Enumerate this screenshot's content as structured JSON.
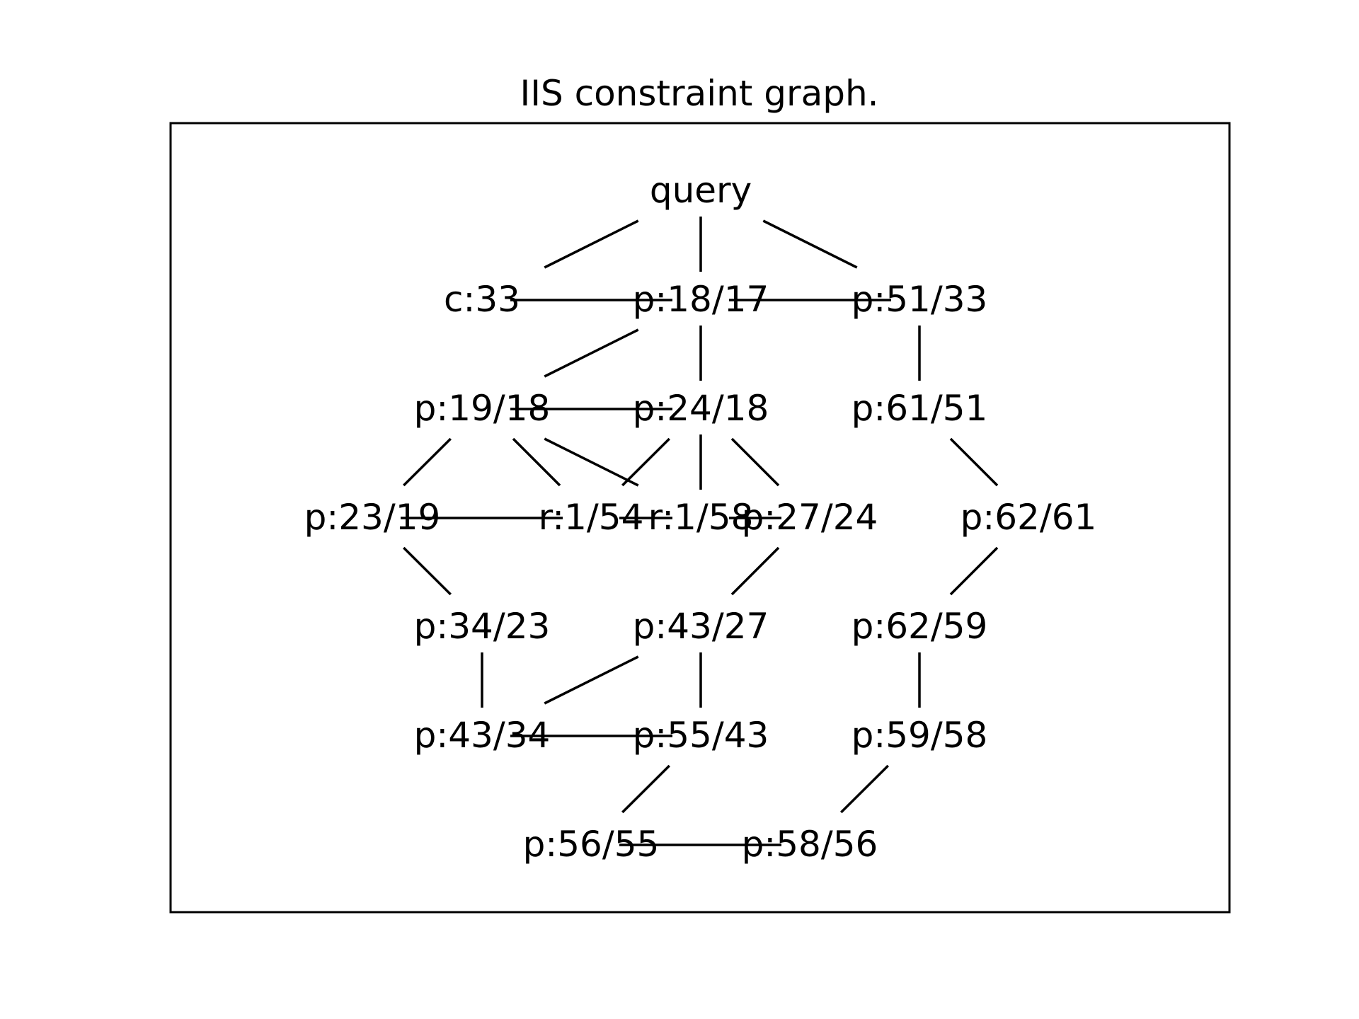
{
  "title": "IIS constraint graph.",
  "colors": {
    "line": "#000000",
    "background": "#ffffff"
  },
  "nodes": [
    {
      "id": "query",
      "label": "query"
    },
    {
      "id": "c33",
      "label": "c:33"
    },
    {
      "id": "p18_17",
      "label": "p:18/17"
    },
    {
      "id": "p51_33",
      "label": "p:51/33"
    },
    {
      "id": "p19_18",
      "label": "p:19/18"
    },
    {
      "id": "p24_18",
      "label": "p:24/18"
    },
    {
      "id": "p61_51",
      "label": "p:61/51"
    },
    {
      "id": "p23_19",
      "label": "p:23/19"
    },
    {
      "id": "r1_54",
      "label": "r:1/54"
    },
    {
      "id": "r1_58",
      "label": "r:1/58"
    },
    {
      "id": "p27_24",
      "label": "p:27/24"
    },
    {
      "id": "p62_61",
      "label": "p:62/61"
    },
    {
      "id": "p34_23",
      "label": "p:34/23"
    },
    {
      "id": "p43_27",
      "label": "p:43/27"
    },
    {
      "id": "p62_59",
      "label": "p:62/59"
    },
    {
      "id": "p43_34",
      "label": "p:43/34"
    },
    {
      "id": "p55_43",
      "label": "p:55/43"
    },
    {
      "id": "p59_58",
      "label": "p:59/58"
    },
    {
      "id": "p56_55",
      "label": "p:56/55"
    },
    {
      "id": "p58_56",
      "label": "p:58/56"
    }
  ],
  "edges": [
    [
      "query",
      "c33"
    ],
    [
      "query",
      "p18_17"
    ],
    [
      "query",
      "p51_33"
    ],
    [
      "c33",
      "p18_17"
    ],
    [
      "p18_17",
      "p51_33"
    ],
    [
      "p18_17",
      "p19_18"
    ],
    [
      "p18_17",
      "p24_18"
    ],
    [
      "p51_33",
      "p61_51"
    ],
    [
      "p19_18",
      "p24_18"
    ],
    [
      "p19_18",
      "p23_19"
    ],
    [
      "p19_18",
      "r1_54"
    ],
    [
      "p19_18",
      "r1_58"
    ],
    [
      "p24_18",
      "r1_54"
    ],
    [
      "p24_18",
      "r1_58"
    ],
    [
      "p24_18",
      "p27_24"
    ],
    [
      "p61_51",
      "p62_61"
    ],
    [
      "p23_19",
      "r1_54"
    ],
    [
      "r1_54",
      "r1_58"
    ],
    [
      "r1_58",
      "p27_24"
    ],
    [
      "p23_19",
      "p34_23"
    ],
    [
      "p27_24",
      "p43_27"
    ],
    [
      "p62_61",
      "p62_59"
    ],
    [
      "p34_23",
      "p43_34"
    ],
    [
      "p43_27",
      "p43_34"
    ],
    [
      "p43_27",
      "p55_43"
    ],
    [
      "p62_59",
      "p59_58"
    ],
    [
      "p43_34",
      "p55_43"
    ],
    [
      "p55_43",
      "p56_55"
    ],
    [
      "p59_58",
      "p58_56"
    ],
    [
      "p56_55",
      "p58_56"
    ]
  ]
}
